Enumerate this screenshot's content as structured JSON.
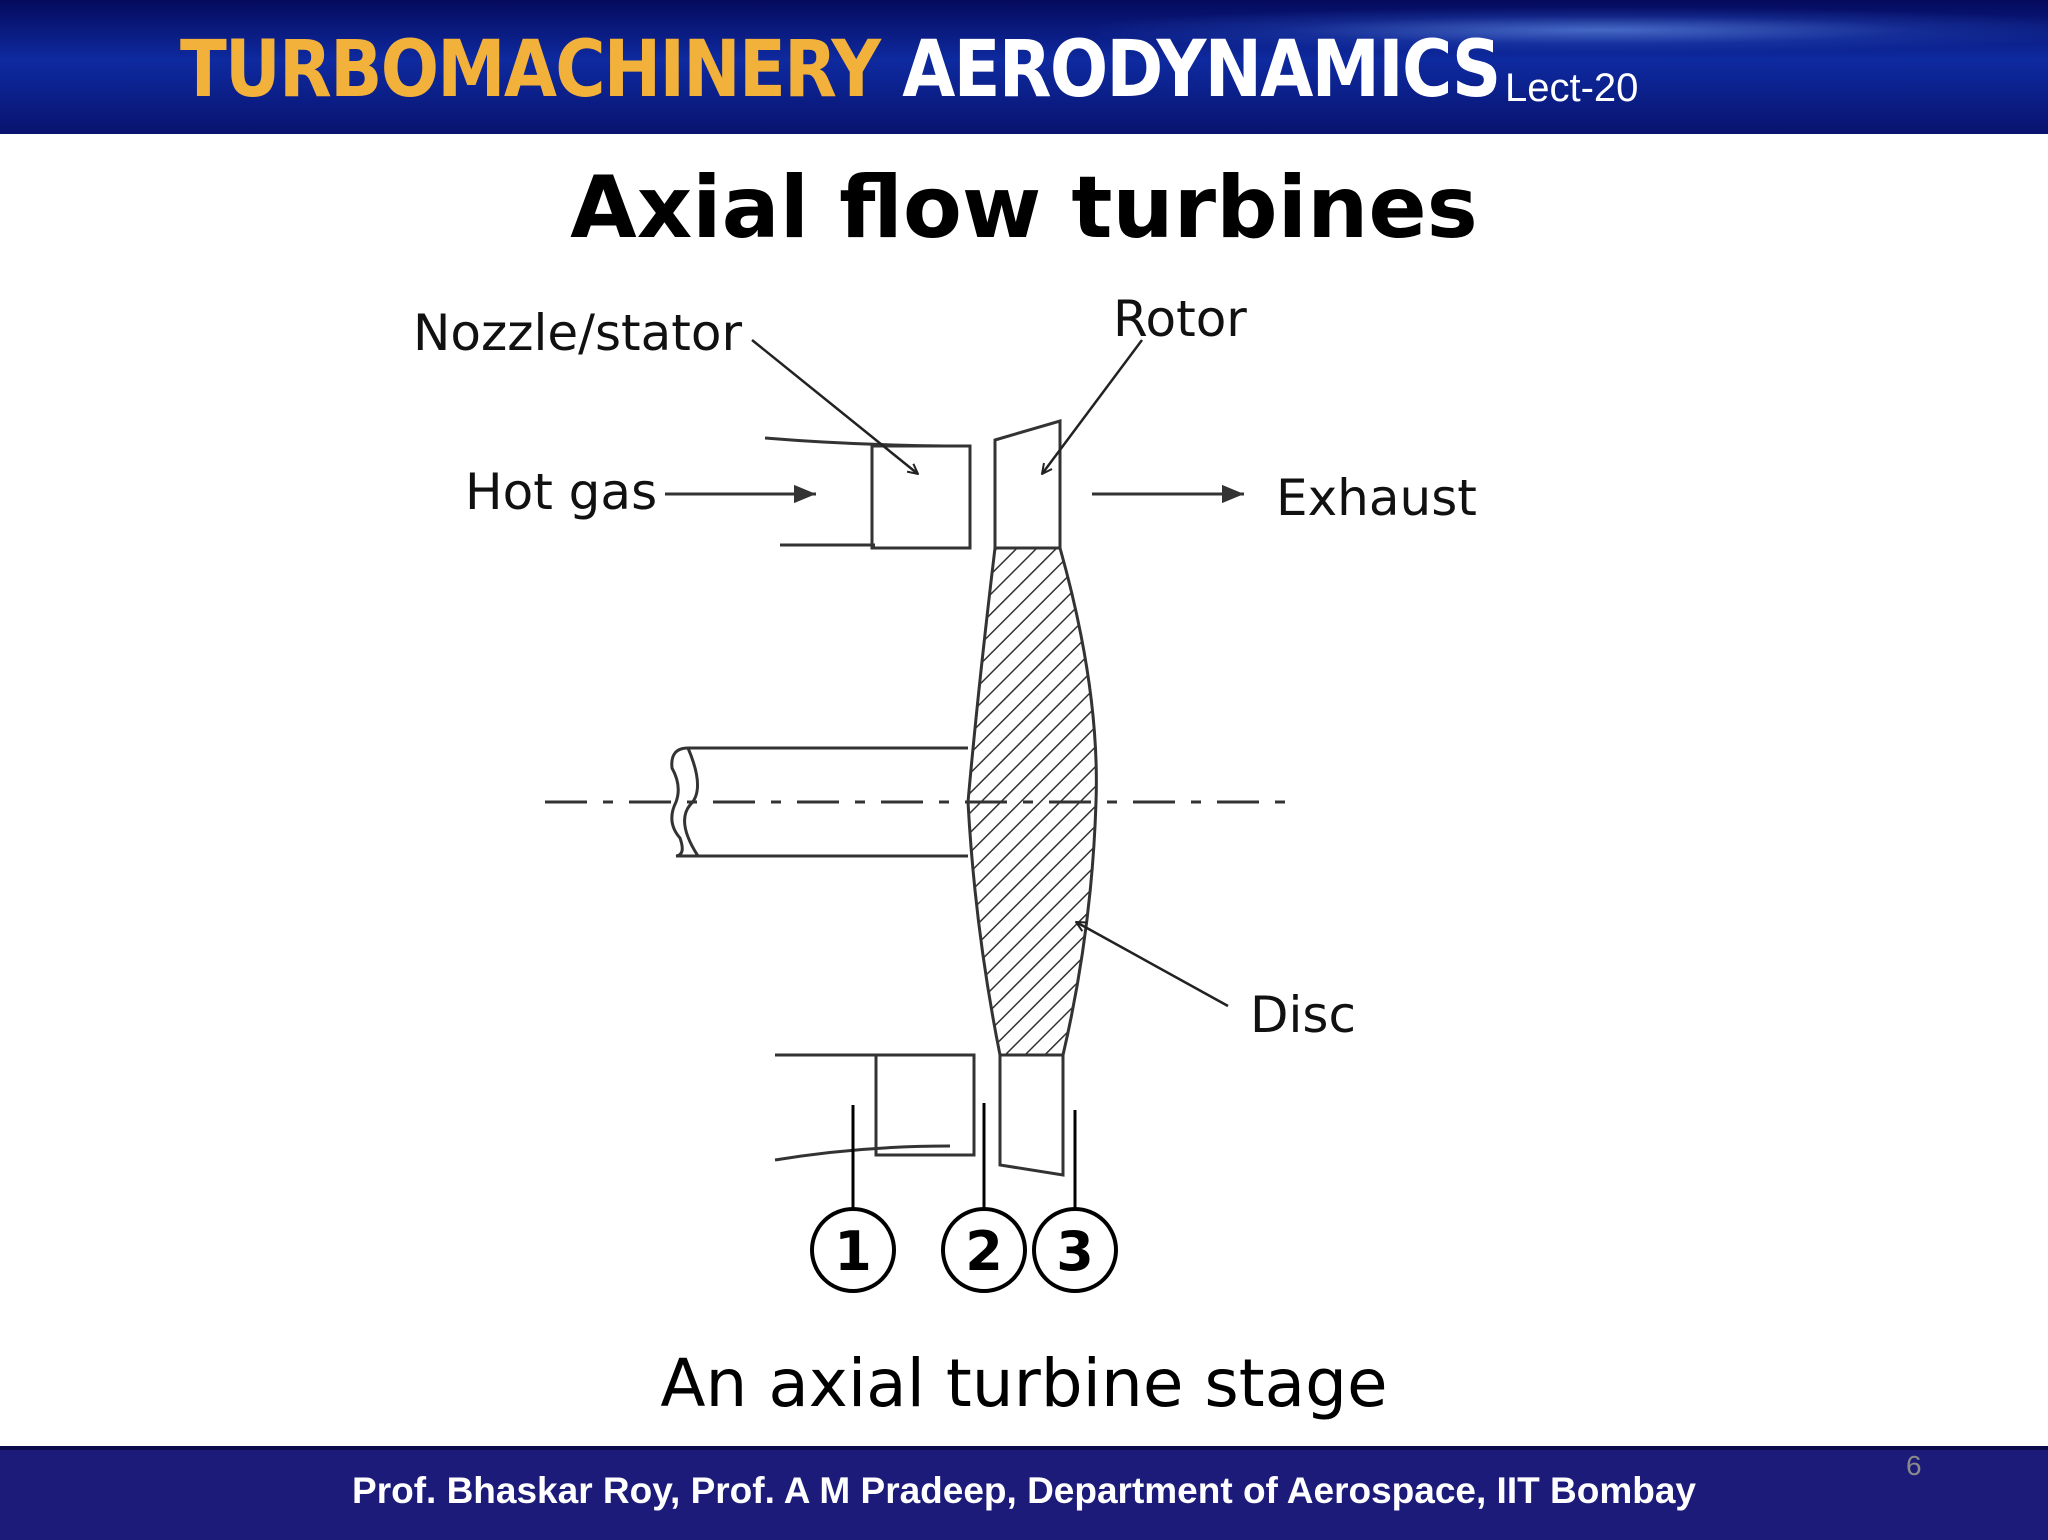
{
  "header": {
    "brand_part1": "TURBOMACHINERY",
    "brand_part2": "AERODYNAMICS",
    "lecture": "Lect-20"
  },
  "slide": {
    "title": "Axial flow turbines",
    "caption": "An axial turbine stage",
    "page_number": "6"
  },
  "diagram": {
    "labels": {
      "nozzle": "Nozzle/stator",
      "rotor": "Rotor",
      "hot_gas": "Hot gas",
      "exhaust": "Exhaust",
      "disc": "Disc"
    },
    "stations": [
      "1",
      "2",
      "3"
    ]
  },
  "footer": {
    "text": "Prof. Bhaskar Roy, Prof. A M Pradeep, Department of Aerospace, IIT Bombay"
  }
}
